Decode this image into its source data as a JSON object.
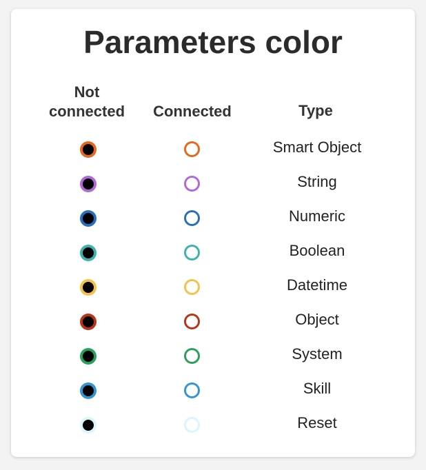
{
  "title": "Parameters color",
  "headers": {
    "not_connected_line1": "Not",
    "not_connected_line2": "connected",
    "connected": "Connected",
    "type": "Type"
  },
  "rows": [
    {
      "type": "Smart Object",
      "color": "#e4691e"
    },
    {
      "type": "String",
      "color": "#b169d8"
    },
    {
      "type": "Numeric",
      "color": "#2a6fbd"
    },
    {
      "type": "Boolean",
      "color": "#3fb3a8"
    },
    {
      "type": "Datetime",
      "color": "#f2c14e"
    },
    {
      "type": "Object",
      "color": "#b8341b"
    },
    {
      "type": "System",
      "color": "#2ba05c"
    },
    {
      "type": "Skill",
      "color": "#3396d3"
    },
    {
      "type": "Reset",
      "color": "#d8f6fb"
    }
  ]
}
